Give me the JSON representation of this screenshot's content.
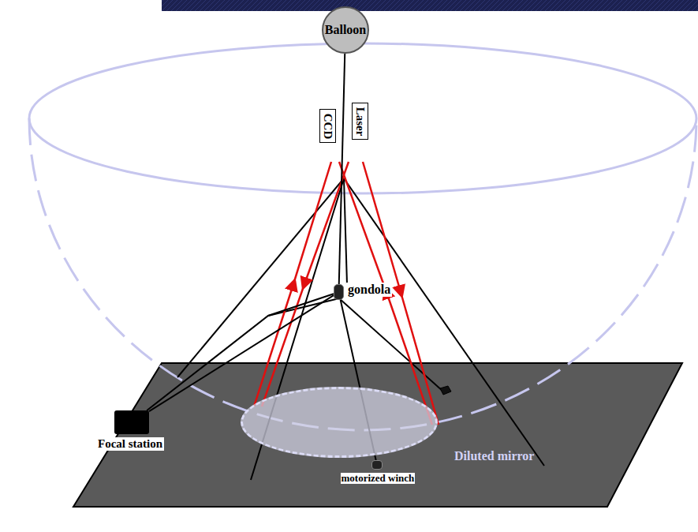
{
  "diagram": {
    "nodes": [
      {
        "text": [
          "Balloon"
        ]
      },
      {
        "text": [
          "CCD"
        ]
      },
      {
        "text": [
          "Laser"
        ]
      },
      {
        "text": [
          "gondola"
        ]
      },
      {
        "text": [
          "Focal station"
        ]
      },
      {
        "text": [
          "Diluted mirror"
        ]
      },
      {
        "text": [
          "motorized winch"
        ]
      }
    ],
    "edges": [
      {
        "from": 0,
        "to": 3,
        "arrow": "none"
      },
      {
        "from": 3,
        "to": 4,
        "arrow": "none"
      },
      {
        "from": 3,
        "to": 4,
        "arrow": "none"
      },
      {
        "from": 3,
        "to": 6,
        "arrow": "none"
      }
    ]
  }
}
